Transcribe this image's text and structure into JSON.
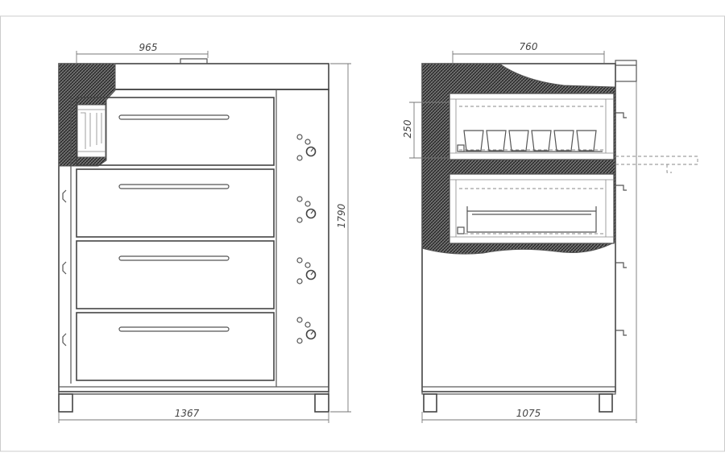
{
  "dimensions": {
    "front_inner_width": "965",
    "front_total_width": "1367",
    "total_height": "1790",
    "side_inner_depth": "760",
    "side_total_depth": "1075",
    "chamber_height": "250"
  },
  "colors": {
    "line": "#555555",
    "background": "#ffffff",
    "insulation": "#2b2b2b"
  }
}
